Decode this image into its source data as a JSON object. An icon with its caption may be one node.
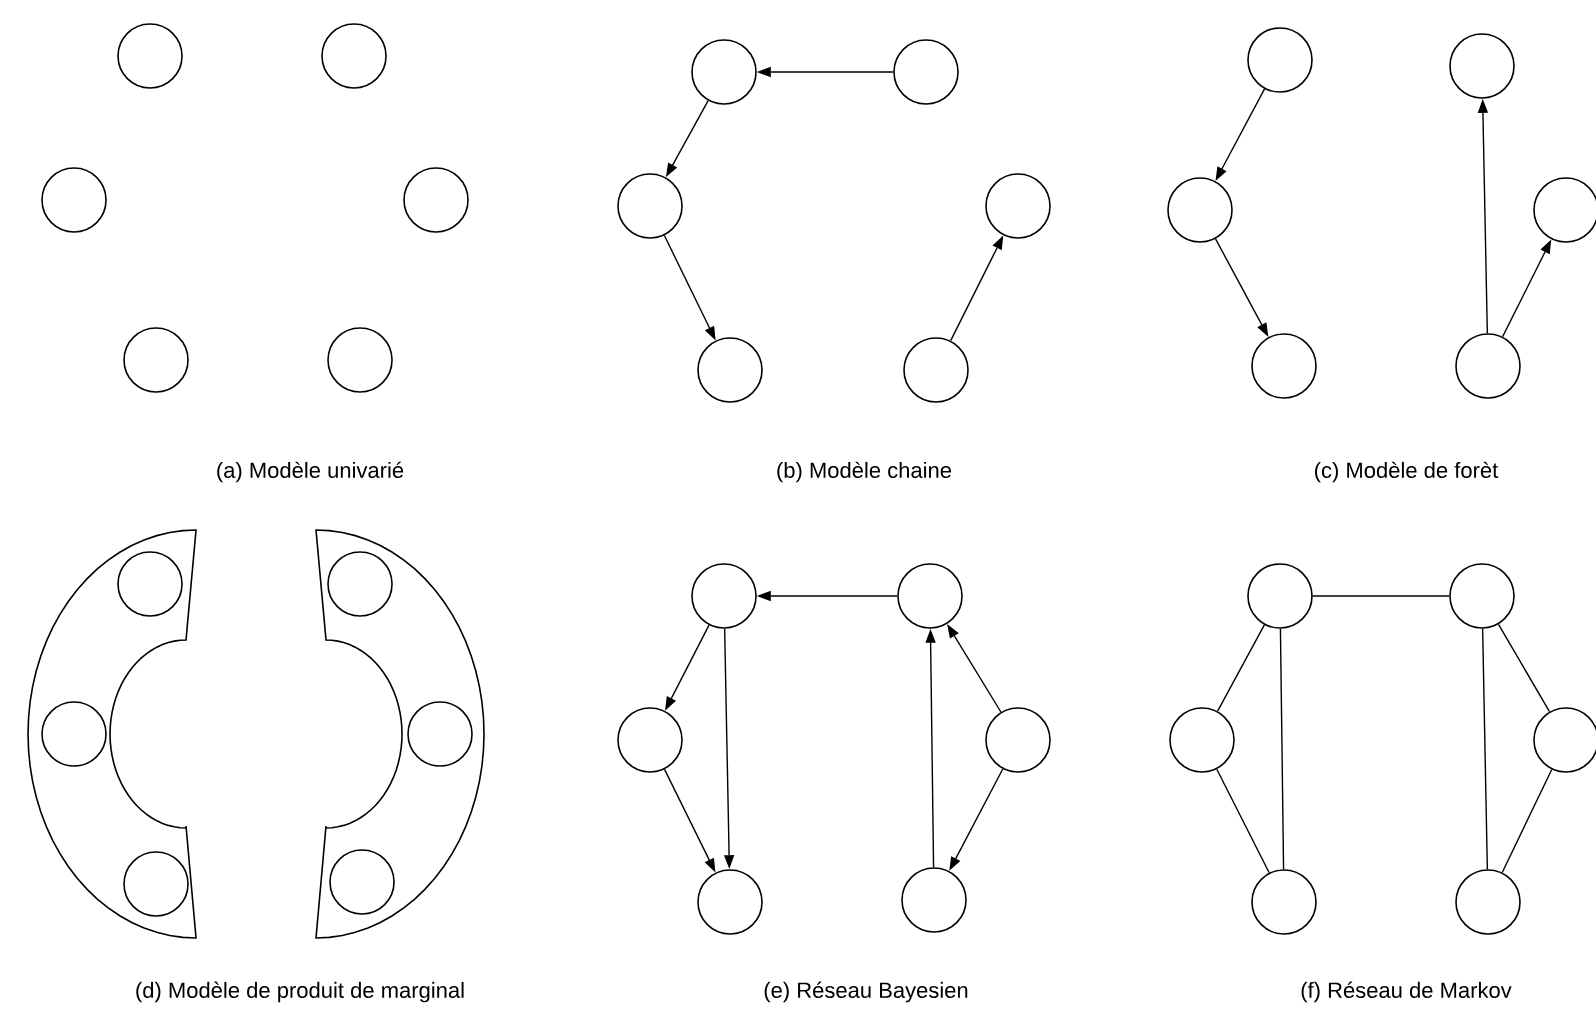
{
  "diagram": {
    "nodes": [
      {
        "text": [],
        "shape": "circle"
      },
      {
        "text": [],
        "shape": "circle"
      },
      {
        "text": [],
        "shape": "circle"
      },
      {
        "text": [],
        "shape": "circle"
      },
      {
        "text": [],
        "shape": "circle"
      },
      {
        "text": [],
        "shape": "circle"
      },
      {
        "text": [],
        "shape": "circle"
      },
      {
        "text": [],
        "shape": "circle"
      },
      {
        "text": [],
        "shape": "circle"
      },
      {
        "text": [],
        "shape": "circle"
      },
      {
        "text": [],
        "shape": "circle"
      },
      {
        "text": [],
        "shape": "circle"
      },
      {
        "text": [],
        "shape": "circle"
      },
      {
        "text": [],
        "shape": "circle"
      },
      {
        "text": [],
        "shape": "circle"
      },
      {
        "text": [],
        "shape": "circle"
      },
      {
        "text": [],
        "shape": "circle"
      },
      {
        "text": [],
        "shape": "circle"
      },
      {
        "text": [],
        "shape": "band"
      },
      {
        "text": [],
        "shape": "circle",
        "in": 18
      },
      {
        "text": [],
        "shape": "circle",
        "in": 18
      },
      {
        "text": [],
        "shape": "circle",
        "in": 18
      },
      {
        "text": [],
        "shape": "band"
      },
      {
        "text": [],
        "shape": "circle",
        "in": 22
      },
      {
        "text": [],
        "shape": "circle",
        "in": 22
      },
      {
        "text": [],
        "shape": "circle",
        "in": 22
      },
      {
        "text": [],
        "shape": "circle"
      },
      {
        "text": [],
        "shape": "circle"
      },
      {
        "text": [],
        "shape": "circle"
      },
      {
        "text": [],
        "shape": "circle"
      },
      {
        "text": [],
        "shape": "circle"
      },
      {
        "text": [],
        "shape": "circle"
      },
      {
        "text": [],
        "shape": "circle"
      },
      {
        "text": [],
        "shape": "circle"
      },
      {
        "text": [],
        "shape": "circle"
      },
      {
        "text": [],
        "shape": "circle"
      },
      {
        "text": [],
        "shape": "circle"
      },
      {
        "text": [],
        "shape": "circle"
      }
    ],
    "edges": [
      {
        "from": 7,
        "to": 6,
        "arrow": "to"
      },
      {
        "from": 6,
        "to": 8,
        "arrow": "to"
      },
      {
        "from": 8,
        "to": 10,
        "arrow": "to"
      },
      {
        "from": 11,
        "to": 9,
        "arrow": "to"
      },
      {
        "from": 12,
        "to": 14,
        "arrow": "to"
      },
      {
        "from": 14,
        "to": 16,
        "arrow": "to"
      },
      {
        "from": 17,
        "to": 13,
        "arrow": "to"
      },
      {
        "from": 17,
        "to": 15,
        "arrow": "to"
      },
      {
        "from": 27,
        "to": 26,
        "arrow": "to"
      },
      {
        "from": 26,
        "to": 28,
        "arrow": "to"
      },
      {
        "from": 28,
        "to": 30,
        "arrow": "to"
      },
      {
        "from": 26,
        "to": 30,
        "arrow": "to"
      },
      {
        "from": 31,
        "to": 27,
        "arrow": "to"
      },
      {
        "from": 29,
        "to": 27,
        "arrow": "to"
      },
      {
        "from": 29,
        "to": 31,
        "arrow": "to"
      },
      {
        "from": 32,
        "to": 33,
        "arrow": "none"
      },
      {
        "from": 32,
        "to": 34,
        "arrow": "none"
      },
      {
        "from": 34,
        "to": 36,
        "arrow": "none"
      },
      {
        "from": 32,
        "to": 36,
        "arrow": "none"
      },
      {
        "from": 33,
        "to": 37,
        "arrow": "none"
      },
      {
        "from": 33,
        "to": 35,
        "arrow": "none"
      },
      {
        "from": 35,
        "to": 37,
        "arrow": "none"
      }
    ],
    "labels": [
      "(a) Modèle univarié",
      "(b) Modèle chaine",
      "(c) Modèle de forèt",
      "(d) Modèle de produit de marginal",
      "(e) Réseau Bayesien",
      "(f) Réseau de Markov"
    ]
  }
}
